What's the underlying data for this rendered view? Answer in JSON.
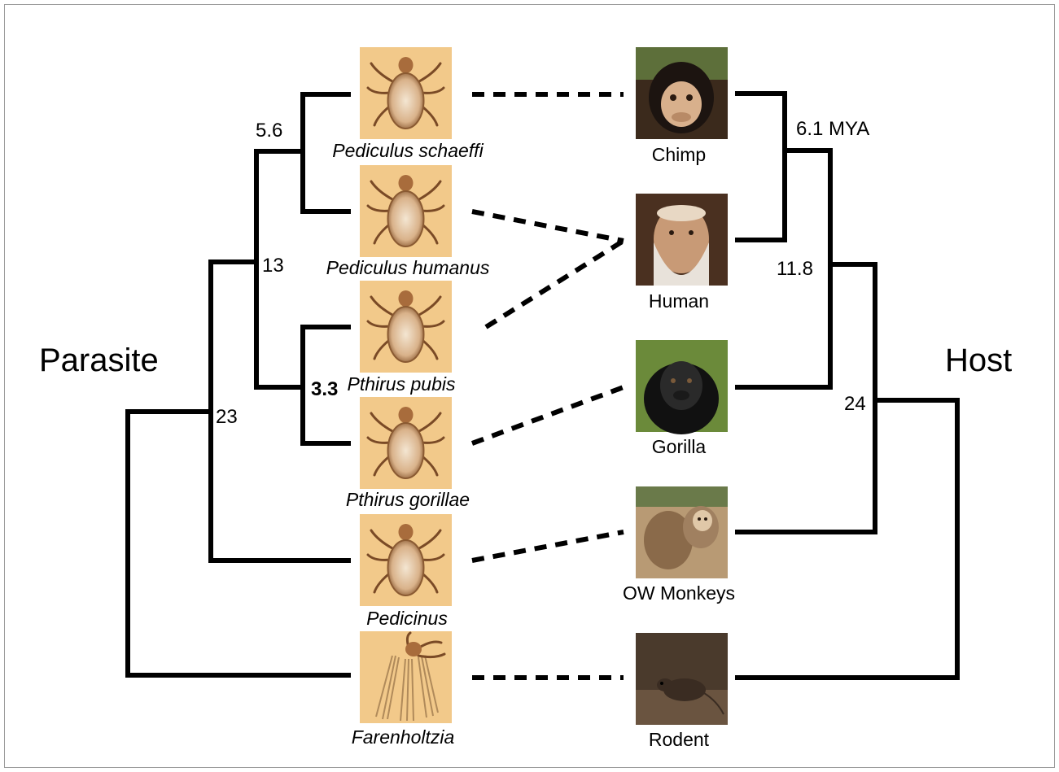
{
  "labels": {
    "parasite": "Parasite",
    "host": "Host"
  },
  "parasite_tree": {
    "nodes": [
      "5.6",
      "13",
      "3.3",
      "23"
    ],
    "taxa": [
      "Pediculus schaeffi",
      "Pediculus humanus",
      "Pthirus pubis",
      "Pthirus gorillae",
      "Pedicinus",
      "Farenholtzia"
    ]
  },
  "host_tree": {
    "nodes": [
      "6.1 MYA",
      "11.8",
      "24"
    ],
    "taxa": [
      "Chimp",
      "Human",
      "Gorilla",
      "OW Monkeys",
      "Rodent"
    ]
  },
  "associations": [
    {
      "parasite": "Pediculus schaeffi",
      "host": "Chimp"
    },
    {
      "parasite": "Pediculus humanus",
      "host": "Human"
    },
    {
      "parasite": "Pthirus pubis",
      "host": "Human"
    },
    {
      "parasite": "Pthirus gorillae",
      "host": "Gorilla"
    },
    {
      "parasite": "Pedicinus",
      "host": "OW Monkeys"
    },
    {
      "parasite": "Farenholtzia",
      "host": "Rodent"
    }
  ],
  "images": {
    "louse_icons": [
      "louse-image",
      "louse-image",
      "louse-image",
      "louse-image",
      "louse-image",
      "louse-image"
    ],
    "host_icons": [
      "chimp-photo",
      "human-photo",
      "gorilla-photo",
      "monkey-photo",
      "rodent-photo"
    ]
  },
  "colors": {
    "louse_tile": "#f2c98a",
    "line": "#000000"
  }
}
